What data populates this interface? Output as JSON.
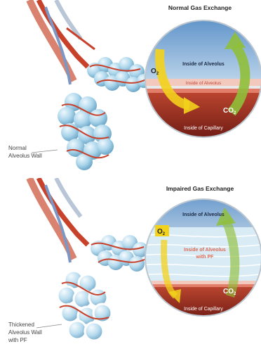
{
  "normal": {
    "title": "Normal Gas Exchange",
    "top_label": "Inside of Alveolus",
    "membrane_label": "Inside of Alveolus",
    "bottom_label": "Inside of Capillary",
    "o2": "O",
    "o2_sub": "2",
    "co2": "CO",
    "co2_sub": "2",
    "side_label_1": "Normal",
    "side_label_2": "Alveolus Wall"
  },
  "impaired": {
    "title": "Impaired Gas Exchange",
    "top_label": "Inside of Alveolus",
    "membrane_label_1": "Inside of Alveolus",
    "membrane_label_2": "with PF",
    "bottom_label": "Inside of Capillary",
    "o2": "O",
    "o2_sub": "2",
    "co2": "CO",
    "co2_sub": "2",
    "side_label_1": "Thickened",
    "side_label_2": "Alveolus Wall",
    "side_label_3": "with PF"
  },
  "colors": {
    "alveolus_blue": "#a9d4ea",
    "vessel_red": "#c8412b",
    "capillary_dark": "#7a1e17",
    "oxygen_yellow": "#f3d21c",
    "co2_green": "#8fbf3a"
  }
}
